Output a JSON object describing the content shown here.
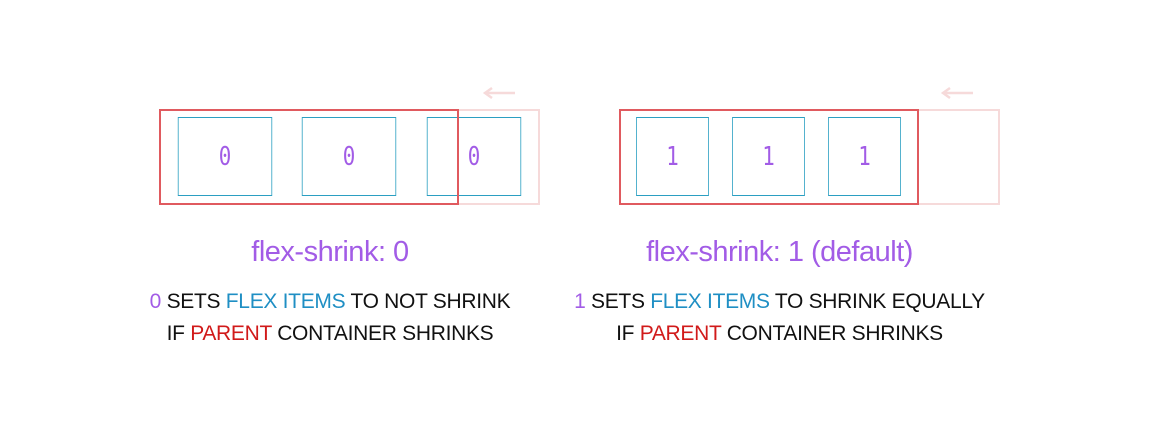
{
  "colors": {
    "parent_border": "#e05a5f",
    "faded_border": "#f6dada",
    "item_border": "#2b9fc2",
    "purple": "#a25ce6",
    "blue": "#1f8fc4",
    "red": "#d11a1a"
  },
  "left": {
    "items": [
      "0",
      "0",
      "0"
    ],
    "caption": "flex-shrink: 0",
    "desc_line1": {
      "value": "0",
      "pre": " SETS ",
      "highlight": "FLEX ITEMS",
      "post": " TO NOT SHRINK"
    },
    "desc_line2": {
      "pre": "IF ",
      "highlight": "PARENT",
      "post": " CONTAINER SHRINKS"
    }
  },
  "right": {
    "items": [
      "1",
      "1",
      "1"
    ],
    "caption": "flex-shrink: 1 (default)",
    "desc_line1": {
      "value": "1",
      "pre": " SETS ",
      "highlight": "FLEX ITEMS",
      "post": " TO SHRINK EQUALLY"
    },
    "desc_line2": {
      "pre": "IF ",
      "highlight": "PARENT",
      "post": " CONTAINER SHRINKS"
    }
  }
}
